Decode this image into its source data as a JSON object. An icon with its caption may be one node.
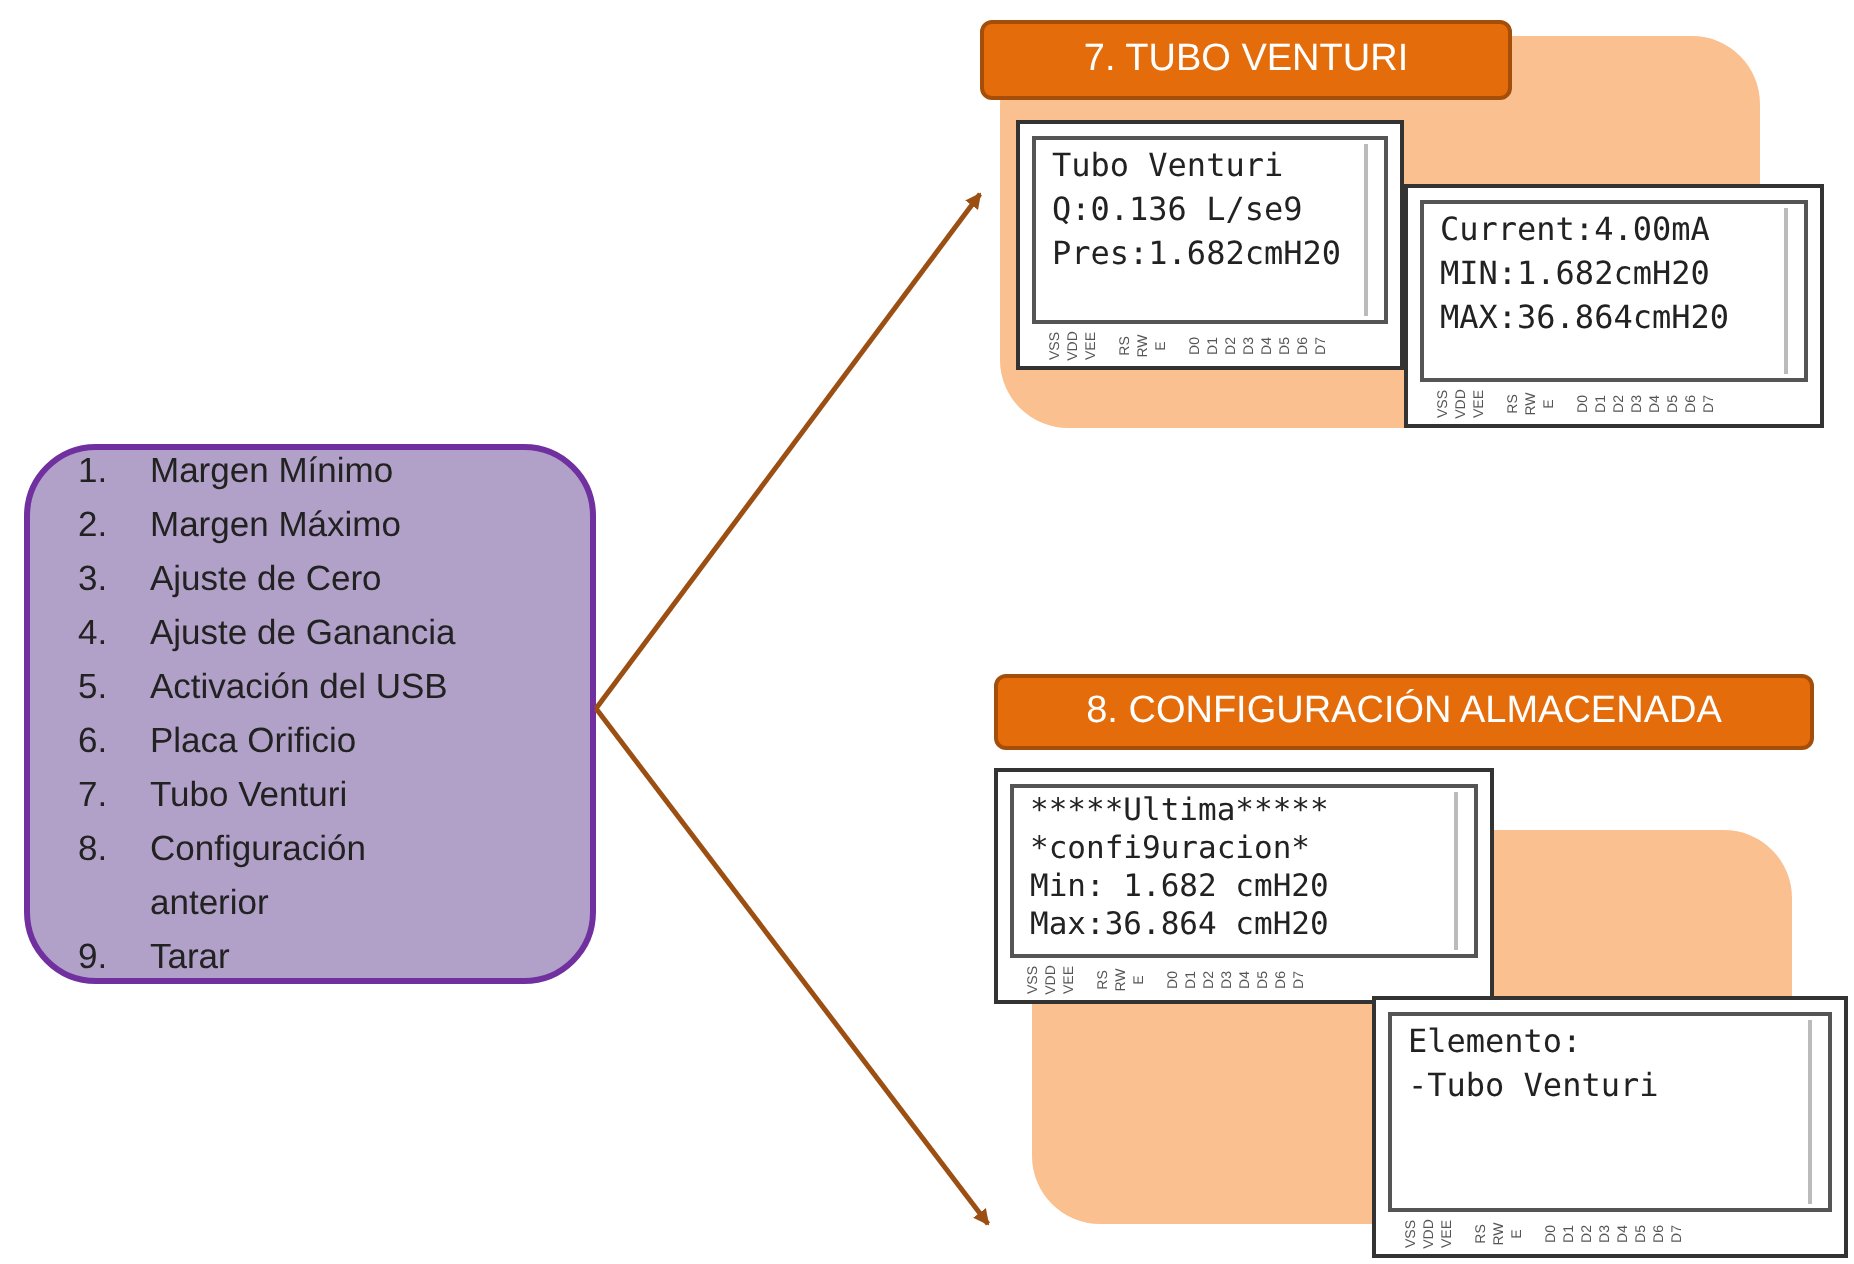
{
  "diagram": {
    "nodes": [
      {
        "text": [
          "1. Margen Mínimo",
          "2. Margen Máximo",
          "3. Ajuste de Cero",
          "4. Ajuste de Ganancia",
          "5. Activación del USB",
          "6. Placa Orificio",
          "7. Tubo Venturi",
          "8. Configuración anterior",
          "9. Tarar"
        ]
      },
      {
        "text": [],
        "shape": "box"
      },
      {
        "text": [
          "7. TUBO VENTURI"
        ],
        "in": 1
      },
      {
        "text": [
          "Tubo Venturi",
          "Q:0.136 L/se9",
          "Pres:1.682cmH20"
        ],
        "in": 1
      },
      {
        "text": [
          "Current:4.00mA",
          "MIN:1.682cmH20",
          "MAX:36.864cmH20"
        ],
        "in": 1
      },
      {
        "text": [],
        "shape": "box"
      },
      {
        "text": [
          "8. CONFIGURACIÓN ALMACENADA"
        ]
      },
      {
        "text": [
          "*****Ultima*****",
          "*confi9uracion*",
          "Min: 1.682 cmH20",
          "Max:36.864 cmH20"
        ]
      },
      {
        "text": [
          "Elemento:",
          "-Tubo Venturi"
        ]
      }
    ],
    "edges": [
      {
        "from": 0,
        "to": 1,
        "arrow": "to"
      },
      {
        "from": 0,
        "to": 5,
        "arrow": "to"
      }
    ],
    "labels": [
      "VSS",
      "VDD",
      "VEE",
      "RS",
      "RW",
      "E",
      "D0",
      "D1",
      "D2",
      "D3",
      "D4",
      "D5",
      "D6",
      "D7",
      "VSS",
      "VDD",
      "VEE",
      "RS",
      "RW",
      "E",
      "D0",
      "D1",
      "D2",
      "D3",
      "D4",
      "D5",
      "D6",
      "D7",
      "VSS",
      "VDD",
      "VEE",
      "RS",
      "RW",
      "E",
      "D0",
      "D1",
      "D2",
      "D3",
      "D4",
      "D5",
      "D6",
      "D7",
      "VSS",
      "VDD",
      "VEE",
      "RS",
      "RW",
      "E",
      "D0",
      "D1",
      "D2",
      "D3",
      "D4",
      "D5",
      "D6",
      "D7"
    ]
  }
}
